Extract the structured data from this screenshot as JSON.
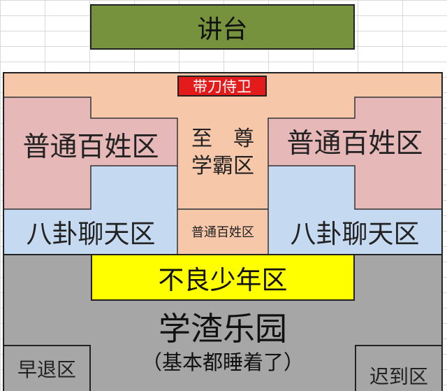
{
  "podium": {
    "label": "讲台"
  },
  "guard": {
    "label": "带刀侍卫"
  },
  "zones": {
    "commoners_left": "普通百姓区",
    "commoners_right": "普通百姓区",
    "supreme_line1": "至　尊",
    "supreme_line2": "学霸区",
    "commoners_center": "普通百姓区",
    "gossip_left": "八卦聊天区",
    "gossip_right": "八卦聊天区",
    "bad_youth": "不良少年区",
    "slacker_title": "学渣乐园",
    "slacker_note": "（基本都睡着了）",
    "leave_early": "早退区",
    "late": "迟到区"
  },
  "colors": {
    "podium": "#76923c",
    "guard": "#e31b1b",
    "salmon": "#f7c7aa",
    "pink": "#e6b8b7",
    "blue": "#c5d9f1",
    "gray": "#a6a6a6",
    "yellow": "#ffff00"
  }
}
